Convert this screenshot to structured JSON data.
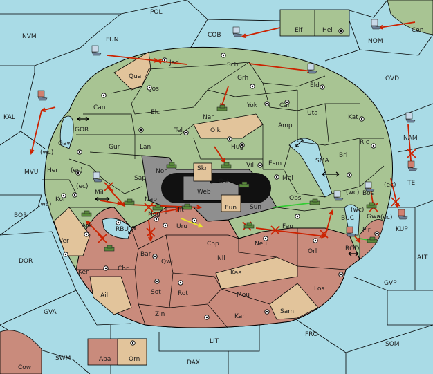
{
  "colors": {
    "sea": "#a9dbe6",
    "green_land": "#a8c493",
    "salmon_land": "#c98b7c",
    "tan_land": "#e2c49b",
    "gray_land": "#8f8f8f",
    "black": "#111111",
    "order_red": "#cc2200",
    "order_green": "#33cc33",
    "order_yellow": "#e8e82a",
    "unit_army": "#5a8a3c",
    "unit_fleet": "#6c7f96"
  },
  "sea_areas": [
    {
      "key": "POL",
      "text": "POL"
    },
    {
      "key": "NVM",
      "text": "NVM"
    },
    {
      "key": "FUN",
      "text": "FUN"
    },
    {
      "key": "COB",
      "text": "COB"
    },
    {
      "key": "NOM",
      "text": "NOM"
    },
    {
      "key": "Con",
      "text": "Con"
    },
    {
      "key": "OVD",
      "text": "OVD"
    },
    {
      "key": "KAL",
      "text": "KAL"
    },
    {
      "key": "MVU",
      "text": "MVU"
    },
    {
      "key": "BOR",
      "text": "BOR"
    },
    {
      "key": "DOR",
      "text": "DOR"
    },
    {
      "key": "GVA",
      "text": "GVA"
    },
    {
      "key": "SWM",
      "text": "SWM"
    },
    {
      "key": "LIT",
      "text": "LIT"
    },
    {
      "key": "DAX",
      "text": "DAX"
    },
    {
      "key": "FRO",
      "text": "FRO"
    },
    {
      "key": "SOM",
      "text": "SOM"
    },
    {
      "key": "GVP",
      "text": "GVP"
    },
    {
      "key": "ALT",
      "text": "ALT"
    },
    {
      "key": "SMA",
      "text": "SMA"
    },
    {
      "key": "GOR",
      "text": "GOR"
    },
    {
      "key": "RBU",
      "text": "RBU"
    },
    {
      "key": "BUC",
      "text": "BUC"
    },
    {
      "key": "ROD",
      "text": "ROD"
    },
    {
      "key": "NAM",
      "text": "NAM"
    },
    {
      "key": "KUP",
      "text": "KUP"
    },
    {
      "key": "TEI",
      "text": "TEI"
    },
    {
      "key": "Cow",
      "text": "Cow"
    }
  ],
  "provinces": [
    {
      "key": "Elf",
      "text": "Elf"
    },
    {
      "key": "Hel",
      "text": "Hel"
    },
    {
      "key": "Jad",
      "text": "Jad"
    },
    {
      "key": "Sch",
      "text": "Sch"
    },
    {
      "key": "Qua",
      "text": "Qua"
    },
    {
      "key": "Jos",
      "text": "Jos"
    },
    {
      "key": "Grh",
      "text": "Grh"
    },
    {
      "key": "Eld",
      "text": "Eld"
    },
    {
      "key": "Can",
      "text": "Can"
    },
    {
      "key": "Nar",
      "text": "Nar"
    },
    {
      "key": "Yok",
      "text": "Yok"
    },
    {
      "key": "Car",
      "text": "Car"
    },
    {
      "key": "Uta",
      "text": "Uta"
    },
    {
      "key": "Kat",
      "text": "Kat"
    },
    {
      "key": "Elc",
      "text": "Elc"
    },
    {
      "key": "Tel",
      "text": "Tel"
    },
    {
      "key": "Olk",
      "text": "Olk"
    },
    {
      "key": "Amp",
      "text": "Amp"
    },
    {
      "key": "Gaw",
      "text": "Gaw"
    },
    {
      "key": "Gur",
      "text": "Gur"
    },
    {
      "key": "Lan",
      "text": "Lan"
    },
    {
      "key": "Hug",
      "text": "Hug"
    },
    {
      "key": "Bri",
      "text": "Bri"
    },
    {
      "key": "Rie",
      "text": "Rie"
    },
    {
      "key": "Her",
      "text": "Her"
    },
    {
      "key": "Nor",
      "text": "Nor"
    },
    {
      "key": "Skr",
      "text": "Skr"
    },
    {
      "key": "Vil",
      "text": "Vil"
    },
    {
      "key": "Esm",
      "text": "Esm"
    },
    {
      "key": "Sap",
      "text": "Sap"
    },
    {
      "key": "Web",
      "text": "Web"
    },
    {
      "key": "Ost",
      "text": "Ost"
    },
    {
      "key": "Mel",
      "text": "Mel"
    },
    {
      "key": "Kor",
      "text": "Kor"
    },
    {
      "key": "Mit",
      "text": "Mit"
    },
    {
      "key": "Nab",
      "text": "Nab"
    },
    {
      "key": "Eun",
      "text": "Eun"
    },
    {
      "key": "Sun",
      "text": "Sun"
    },
    {
      "key": "Obs",
      "text": "Obs"
    },
    {
      "key": "Bos",
      "text": "Bos"
    },
    {
      "key": "Gwa",
      "text": "Gwa"
    },
    {
      "key": "Ark",
      "text": "Ark"
    },
    {
      "key": "Hit",
      "text": "Hit"
    },
    {
      "key": "Nog",
      "text": "Nog"
    },
    {
      "key": "Uru",
      "text": "Uru"
    },
    {
      "key": "Feu",
      "text": "Feu"
    },
    {
      "key": "Pir",
      "text": "Pir"
    },
    {
      "key": "Ver",
      "text": "Ver"
    },
    {
      "key": "Chp",
      "text": "Chp"
    },
    {
      "key": "Neu",
      "text": "Neu"
    },
    {
      "key": "Orl",
      "text": "Orl"
    },
    {
      "key": "Bar",
      "text": "Bar"
    },
    {
      "key": "Qwi",
      "text": "Qwi"
    },
    {
      "key": "Nil",
      "text": "Nil"
    },
    {
      "key": "Ken",
      "text": "Ken"
    },
    {
      "key": "Chr",
      "text": "Chr"
    },
    {
      "key": "Kaa",
      "text": "Kaa"
    },
    {
      "key": "Ail",
      "text": "Ail"
    },
    {
      "key": "Sot",
      "text": "Sot"
    },
    {
      "key": "Rot",
      "text": "Rot"
    },
    {
      "key": "Mou",
      "text": "Mou"
    },
    {
      "key": "Los",
      "text": "Los"
    },
    {
      "key": "Zin",
      "text": "Zin"
    },
    {
      "key": "Kar",
      "text": "Kar"
    },
    {
      "key": "Sam",
      "text": "Sam"
    },
    {
      "key": "Aba",
      "text": "Aba"
    },
    {
      "key": "Orn",
      "text": "Orn"
    }
  ],
  "coast_notes": [
    {
      "key": "wc1",
      "text": "(wc)"
    },
    {
      "key": "ec1",
      "text": "(ec)"
    },
    {
      "key": "ec2",
      "text": "(ec)"
    },
    {
      "key": "wc2",
      "text": "(wc)"
    },
    {
      "key": "wc3",
      "text": "(wc)"
    },
    {
      "key": "wc4",
      "text": "(wc)"
    },
    {
      "key": "ec3",
      "text": "(ec)"
    },
    {
      "key": "ec4",
      "text": "(ec)"
    }
  ]
}
